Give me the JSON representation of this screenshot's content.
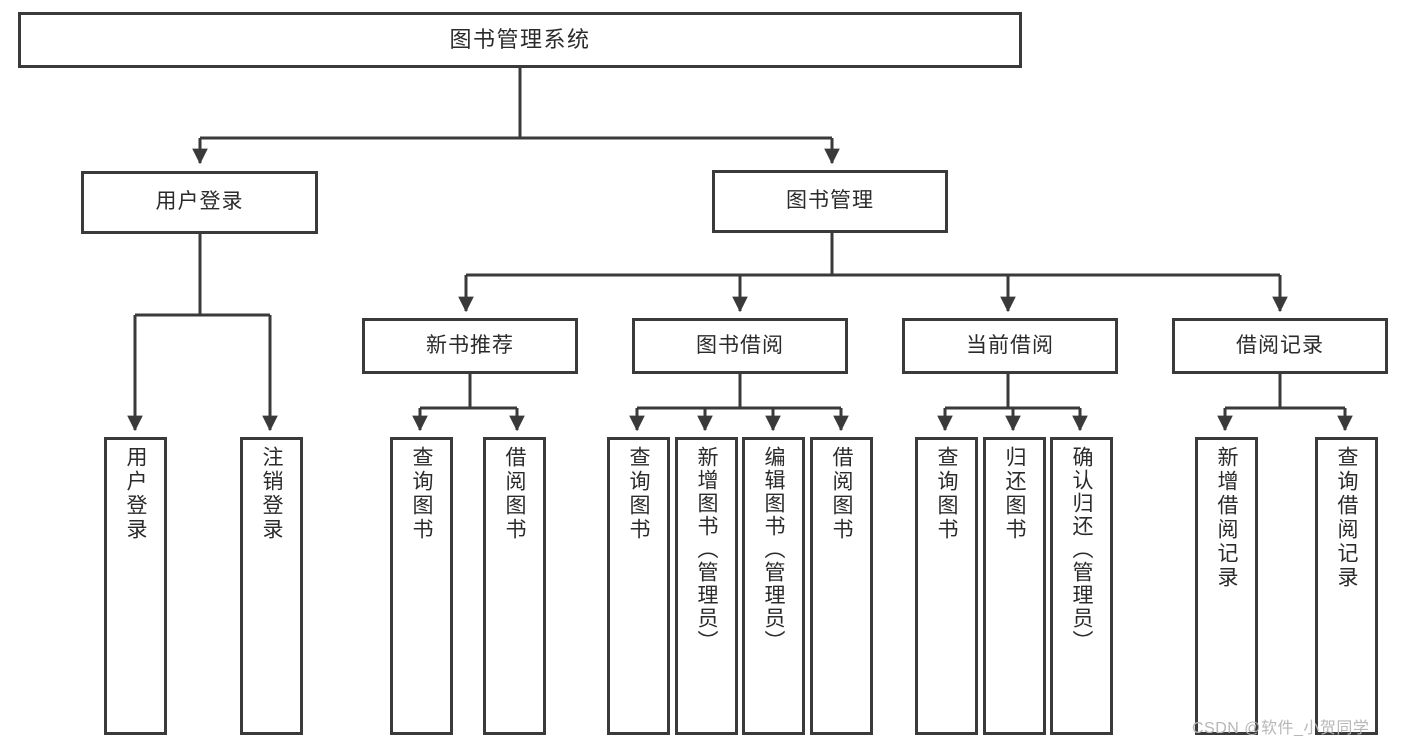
{
  "diagram": {
    "title": "图书管理系统",
    "type": "tree",
    "orientation": "top-down",
    "colors": {
      "stroke": "#3a3a3a",
      "text": "#2b2b2b",
      "background": "#ffffff",
      "watermark": "#b7b7b7"
    },
    "root": {
      "label": "图书管理系统"
    },
    "level1": [
      {
        "label": "用户登录"
      },
      {
        "label": "图书管理"
      }
    ],
    "level2": [
      {
        "label": "新书推荐"
      },
      {
        "label": "图书借阅"
      },
      {
        "label": "当前借阅"
      },
      {
        "label": "借阅记录"
      }
    ],
    "leaves": {
      "user_login": [
        {
          "label": "用户登录"
        },
        {
          "label": "注销登录"
        }
      ],
      "new_book_recommend": [
        {
          "label": "查询图书"
        },
        {
          "label": "借阅图书"
        }
      ],
      "book_borrow": [
        {
          "label": "查询图书"
        },
        {
          "label": "新增图书（管理员）"
        },
        {
          "label": "编辑图书（管理员）"
        },
        {
          "label": "借阅图书"
        }
      ],
      "current_borrow": [
        {
          "label": "查询图书"
        },
        {
          "label": "归还图书"
        },
        {
          "label": "确认归还（管理员）"
        }
      ],
      "borrow_record": [
        {
          "label": "新增借阅记录"
        },
        {
          "label": "查询借阅记录"
        }
      ]
    }
  },
  "watermark": {
    "text": "CSDN @软件_小贺同学"
  }
}
